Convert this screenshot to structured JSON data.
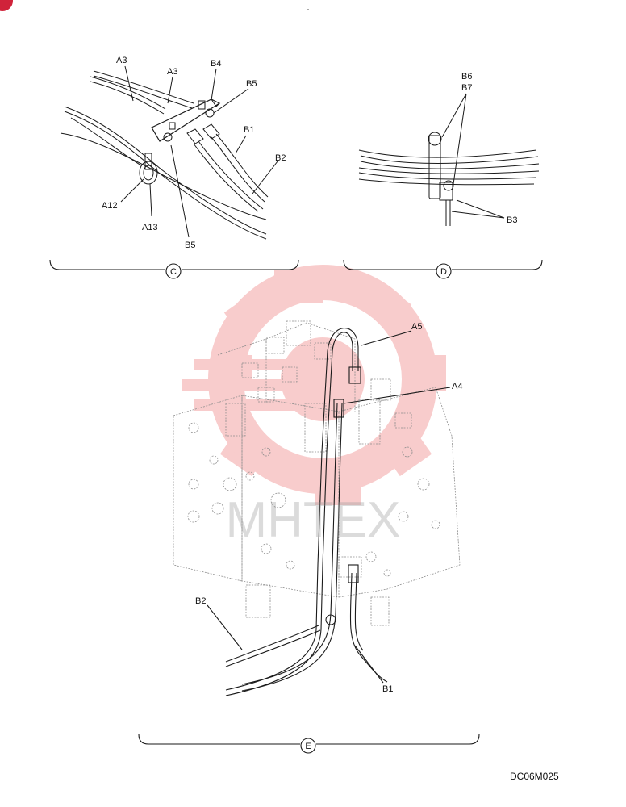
{
  "labels": {
    "c_a3_left": "A3",
    "c_a3_right": "A3",
    "c_b4": "B4",
    "c_b5_top": "B5",
    "c_b1": "B1",
    "c_b2": "B2",
    "c_a12": "A12",
    "c_a13": "A13",
    "c_b5_bottom": "B5",
    "d_b6": "B6",
    "d_b7": "B7",
    "d_b3": "B3",
    "e_a5": "A5",
    "e_a4": "A4",
    "e_b2": "B2",
    "e_b1": "B1"
  },
  "views": {
    "c": "C",
    "d": "D",
    "e": "E"
  },
  "watermark": {
    "text": "MHTEX",
    "color": "#f28a8a"
  },
  "doc_code": "DC06M025",
  "colors": {
    "line": "#1a1a1a",
    "ghost": "#8c8c8c",
    "badge": "#d0233a"
  }
}
